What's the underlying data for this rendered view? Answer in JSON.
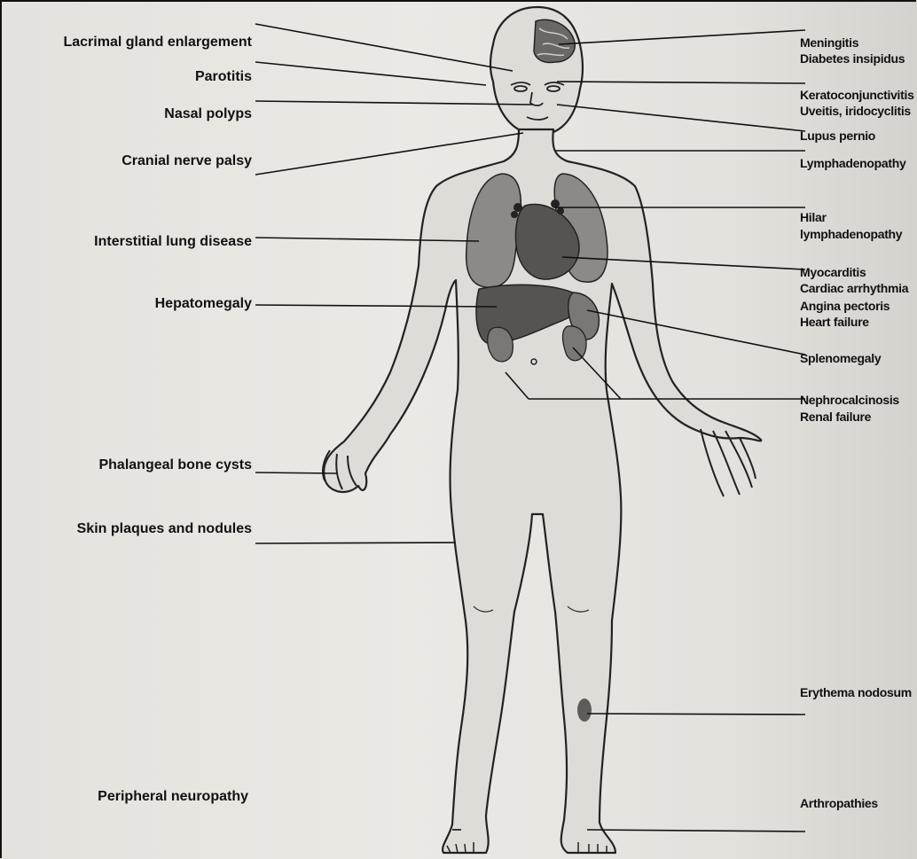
{
  "left_labels": [
    "Lacrimal gland enlargement",
    "Parotitis",
    "Nasal polyps",
    "Cranial nerve palsy",
    "Interstitial lung disease",
    "Hepatomegaly",
    "Phalangeal bone cysts",
    "Skin plaques and nodules",
    "Peripheral neuropathy"
  ],
  "right_labels": [
    "Meningitis",
    "Diabetes insipidus",
    "Keratoconjunctivitis",
    "Uveitis, iridocyclitis",
    "Lupus pernio",
    "Lymphadenopathy",
    "Hilar",
    "lymphadenopathy",
    "Myocarditis",
    "Cardiac arrhythmia",
    "Angina pectoris",
    "Heart failure",
    "Splenomegaly",
    "Nephrocalcinosis",
    "Renal failure",
    "Erythema nodosum",
    "Arthropathies"
  ],
  "colors": {
    "ink": "#111111",
    "body_fill": "#dedcd6",
    "lung_fill": "#8c8a86",
    "organ_dark": "#565450"
  }
}
